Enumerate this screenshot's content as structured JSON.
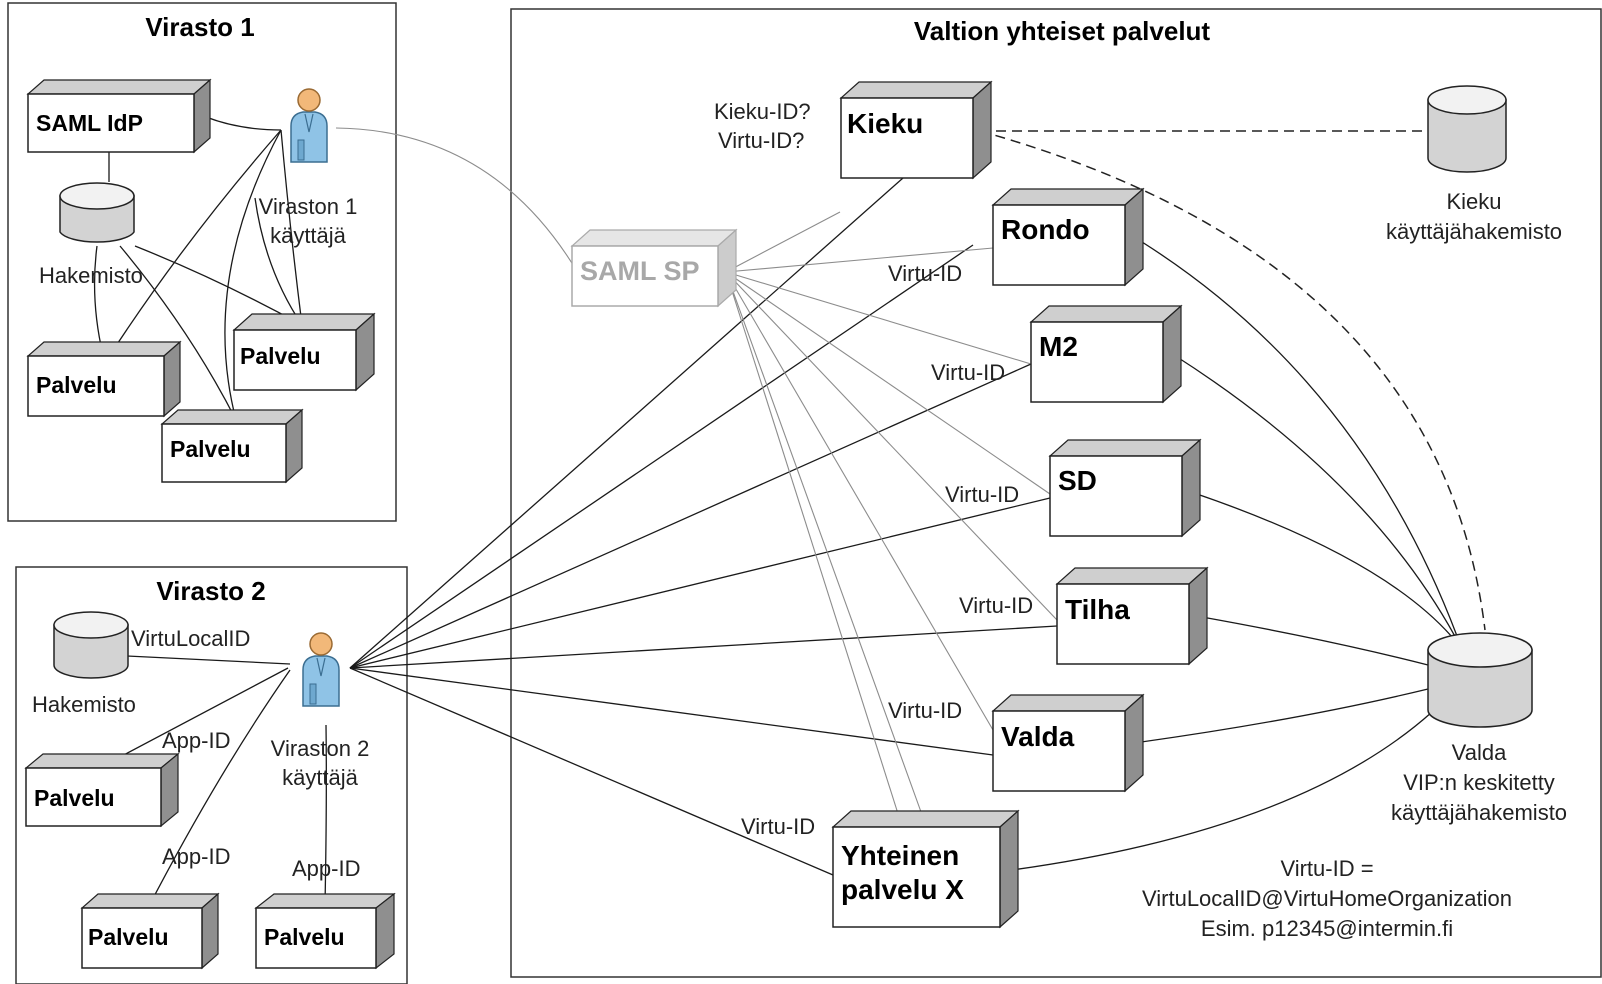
{
  "frames": {
    "virasto1": "Virasto 1",
    "virasto2": "Virasto 2",
    "valtion": "Valtion yhteiset palvelut"
  },
  "virasto1": {
    "saml_idp": "SAML IdP",
    "hakemisto": "Hakemisto",
    "user_label_line1": "Viraston 1",
    "user_label_line2": "käyttäjä",
    "palvelu_1": "Palvelu",
    "palvelu_2": "Palvelu",
    "palvelu_3": "Palvelu"
  },
  "virasto2": {
    "hakemisto": "Hakemisto",
    "virtulocalid": "VirtuLocalID",
    "user_label_line1": "Viraston 2",
    "user_label_line2": "käyttäjä",
    "app_id_1": "App-ID",
    "app_id_2": "App-ID",
    "app_id_3": "App-ID",
    "palvelu_1": "Palvelu",
    "palvelu_2": "Palvelu",
    "palvelu_3": "Palvelu"
  },
  "valtion": {
    "saml_sp": "SAML SP",
    "kieku": "Kieku",
    "kieku_question_1": "Kieku-ID?",
    "kieku_question_2": "Virtu-ID?",
    "kieku_db_line1": "Kieku",
    "kieku_db_line2": "käyttäjähakemisto",
    "rondo": "Rondo",
    "m2": "M2",
    "sd": "SD",
    "tilha": "Tilha",
    "valda": "Valda",
    "yhteinen_line1": "Yhteinen",
    "yhteinen_line2": "palvelu X",
    "virtu_id_rondo": "Virtu-ID",
    "virtu_id_m2": "Virtu-ID",
    "virtu_id_sd": "Virtu-ID",
    "virtu_id_tilha": "Virtu-ID",
    "virtu_id_valda": "Virtu-ID",
    "virtu_id_yhteinen": "Virtu-ID",
    "valda_db_line1": "Valda",
    "valda_db_line2": "VIP:n keskitetty",
    "valda_db_line3": "käyttäjähakemisto",
    "note_line1": "Virtu-ID =",
    "note_line2": "VirtuLocalID@VirtuHomeOrganization",
    "note_line3": "Esim. p12345@intermin.fi"
  },
  "colors": {
    "node_top": "#cfcfcf",
    "node_side": "#8f8f8f",
    "user_body": "#8fc3e6",
    "user_head": "#f2b879",
    "ghost": "#a8a8a8"
  },
  "icons": [
    "user-icon",
    "database-icon",
    "server-node-icon"
  ]
}
